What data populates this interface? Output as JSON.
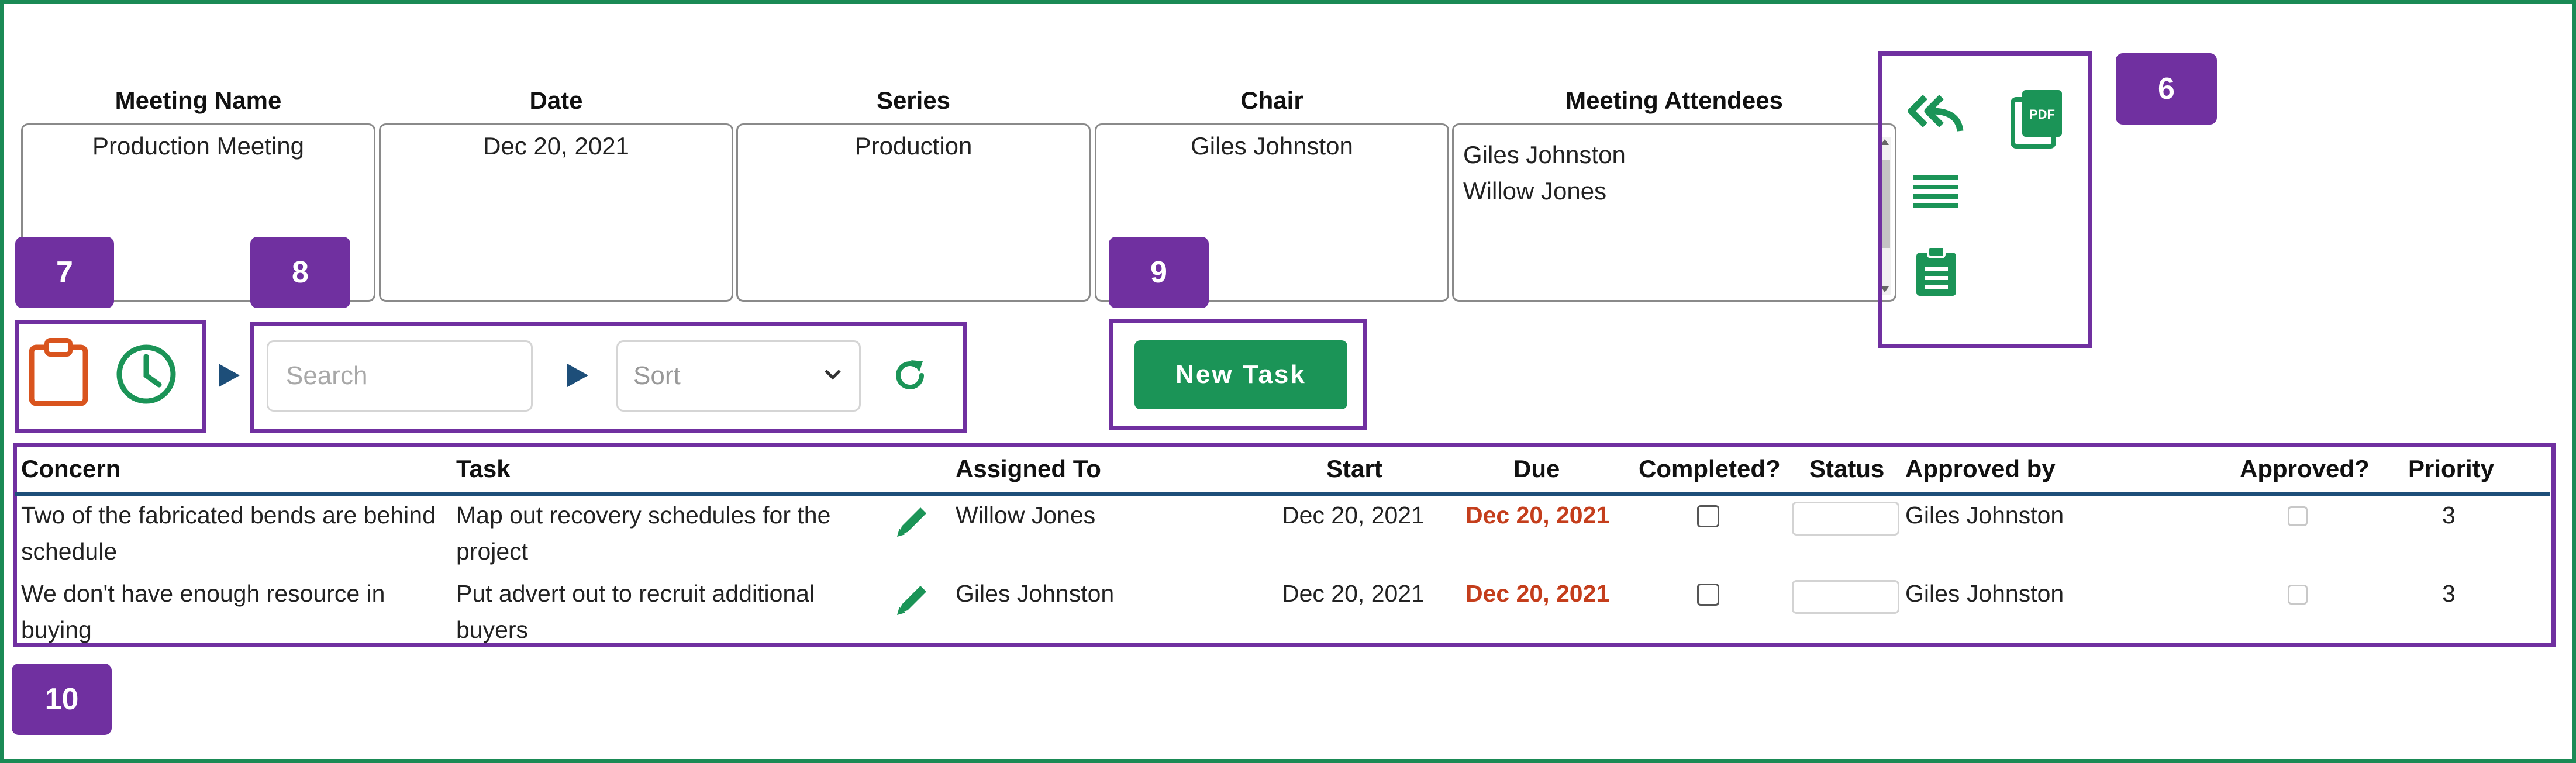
{
  "meeting": {
    "labels": {
      "name": "Meeting Name",
      "date": "Date",
      "series": "Series",
      "chair": "Chair",
      "attendees": "Meeting Attendees"
    },
    "values": {
      "name": "Production Meeting",
      "date": "Dec 20, 2021",
      "series": "Production",
      "chair": "Giles Johnston",
      "attendees": [
        "Giles Johnston",
        "Willow Jones"
      ]
    }
  },
  "toolbar": {
    "search_placeholder": "Search",
    "sort_value": "Sort",
    "new_task_label": "New Task"
  },
  "callouts": [
    "6",
    "7",
    "8",
    "9",
    "10"
  ],
  "icons": {
    "side_panel": [
      "reply-all-icon",
      "pdf-icon",
      "list-icon",
      "clipboard-list-icon"
    ],
    "filters": [
      "clipboard-icon",
      "clock-icon",
      "play-arrow-icon",
      "refresh-icon"
    ],
    "row": [
      "pencil-edit-icon"
    ]
  },
  "colors": {
    "accent_green": "#1b9457",
    "callout_purple": "#7030a0",
    "due_red": "#c43e1c",
    "clipboard_orange": "#d9541e",
    "header_rule_blue": "#1d4e79"
  },
  "table": {
    "columns": [
      "Concern",
      "Task",
      "Assigned To",
      "Start",
      "Due",
      "Completed?",
      "Status",
      "Approved by",
      "Approved?",
      "Priority"
    ],
    "rows": [
      {
        "concern": [
          "Two of the fabricated bends are behind",
          "schedule"
        ],
        "task": [
          "Map out recovery schedules for the",
          "project"
        ],
        "assigned_to": "Willow Jones",
        "start": "Dec 20, 2021",
        "due": "Dec 20, 2021",
        "completed": false,
        "status": "",
        "approved_by": "Giles Johnston",
        "approved": false,
        "priority": "3"
      },
      {
        "concern": [
          "We don't have enough resource in",
          "buying"
        ],
        "task": [
          "Put advert out to recruit additional",
          "buyers"
        ],
        "assigned_to": "Giles Johnston",
        "start": "Dec 20, 2021",
        "due": "Dec 20, 2021",
        "completed": false,
        "status": "",
        "approved_by": "Giles Johnston",
        "approved": false,
        "priority": "3"
      }
    ]
  }
}
